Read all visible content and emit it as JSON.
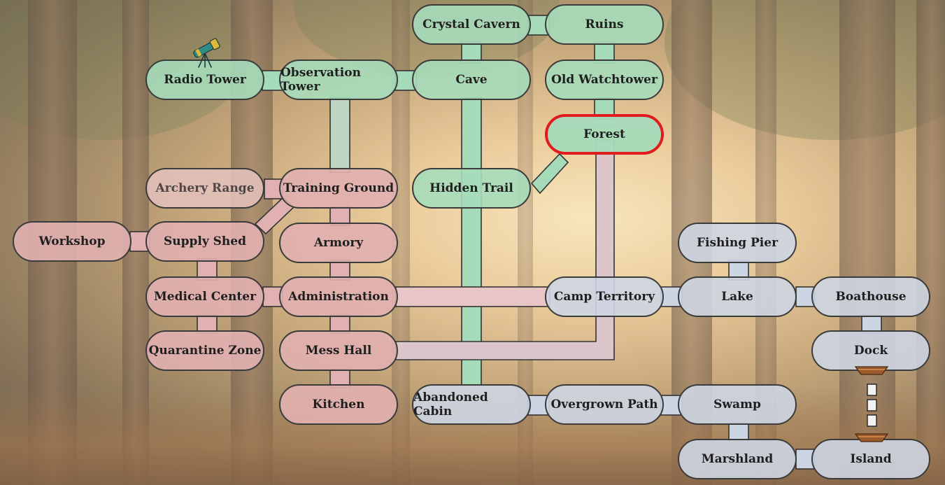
{
  "map": {
    "current_location": "Forest",
    "locations": {
      "crystal_cavern": "Crystal Cavern",
      "ruins": "Ruins",
      "radio_tower": "Radio Tower",
      "observation_tower": "Observation Tower",
      "cave": "Cave",
      "old_watchtower": "Old Watchtower",
      "forest": "Forest",
      "archery_range": "Archery Range",
      "training_ground": "Training Ground",
      "hidden_trail": "Hidden Trail",
      "workshop": "Workshop",
      "supply_shed": "Supply Shed",
      "armory": "Armory",
      "fishing_pier": "Fishing Pier",
      "medical_center": "Medical Center",
      "administration": "Administration",
      "camp_territory": "Camp Territory",
      "lake": "Lake",
      "boathouse": "Boathouse",
      "quarantine_zone": "Quarantine Zone",
      "mess_hall": "Mess Hall",
      "dock": "Dock",
      "kitchen": "Kitchen",
      "abandoned_cabin": "Abandoned Cabin",
      "overgrown_path": "Overgrown Path",
      "swamp": "Swamp",
      "marshland": "Marshland",
      "island": "Island"
    },
    "region_colors": {
      "wilderness": "#a6dbba",
      "camp": "#e1b0b0",
      "lakeside": "#cdd5e2",
      "current_border": "#e21c1c"
    },
    "icons": {
      "radio_tower": "telescope-icon",
      "dock": "boat-icon",
      "island": "boat-icon"
    }
  }
}
